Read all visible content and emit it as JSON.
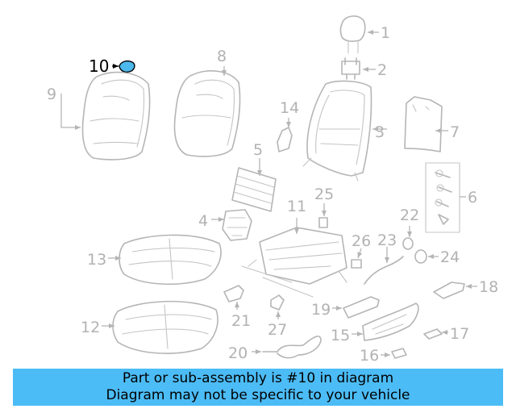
{
  "banner": {
    "line1": "Part or sub-assembly is #10 in diagram",
    "line2": "Diagram may not be specific to your vehicle"
  },
  "highlight": {
    "part_number": "10",
    "color": "#4db8ec",
    "banner_color": "#4cbcf6"
  },
  "callouts": {
    "p1": "1",
    "p2": "2",
    "p3": "3",
    "p4": "4",
    "p5": "5",
    "p6": "6",
    "p7": "7",
    "p8": "8",
    "p9": "9",
    "p10": "10",
    "p11": "11",
    "p12": "12",
    "p13": "13",
    "p14": "14",
    "p15": "15",
    "p16": "16",
    "p17": "17",
    "p18": "18",
    "p19": "19",
    "p20": "20",
    "p21": "21",
    "p22": "22",
    "p23": "23",
    "p24": "24",
    "p25": "25",
    "p26": "26",
    "p27": "27"
  }
}
